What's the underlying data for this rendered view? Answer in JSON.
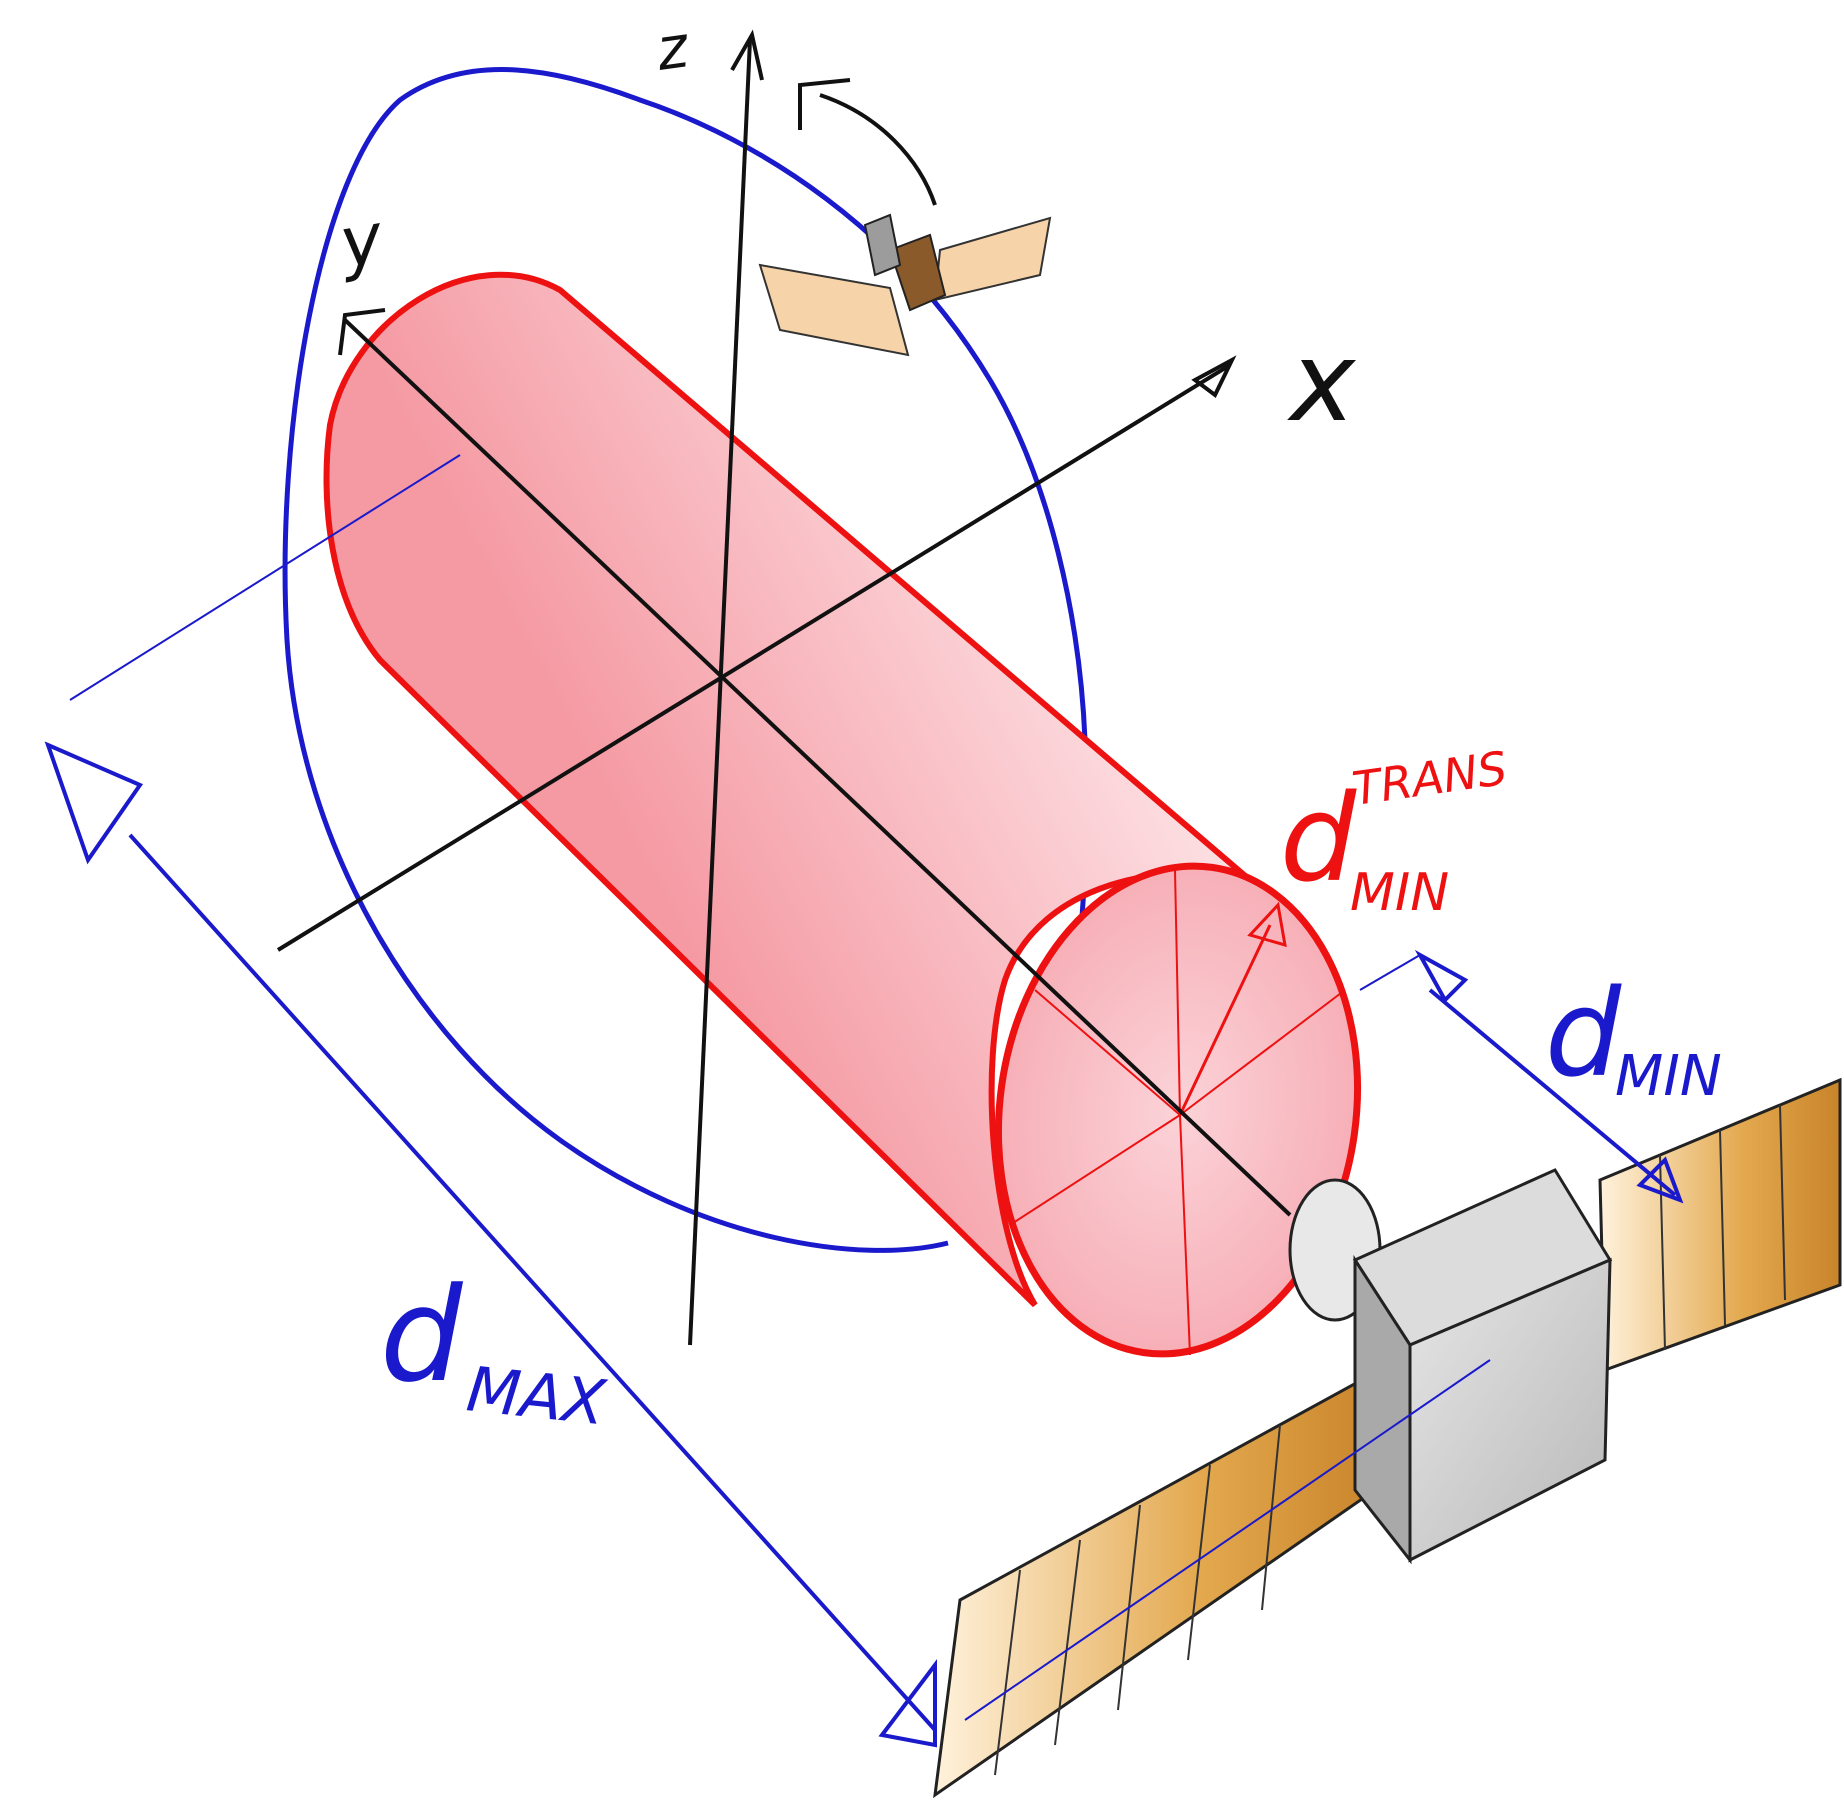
{
  "labels": {
    "z_axis": "z",
    "y_axis": "y",
    "x_axis": "x",
    "d_min_trans_main": "d",
    "d_min_trans_sub": "MIN",
    "d_min_trans_sup": "TRANS",
    "d_min_main": "d",
    "d_min_sub": "MIN",
    "d_max_main": "d",
    "d_max_sub": "MAX"
  },
  "colors": {
    "orbit": "#1a1acc",
    "dimension": "#1a1acc",
    "cylinder_stroke": "#ee1111",
    "cylinder_fill": "#f7b8bd",
    "axes": "#111111",
    "solar_panel": "#d9963a",
    "spacecraft_body": "#c9c9c9"
  }
}
